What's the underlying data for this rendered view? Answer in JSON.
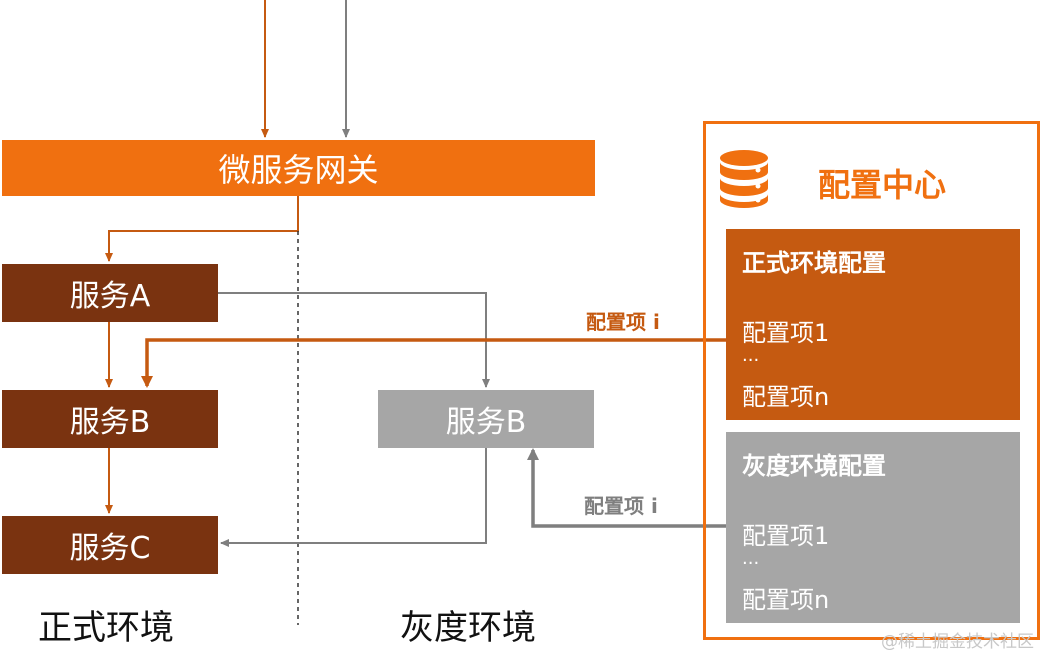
{
  "gateway": {
    "label": "微服务网关"
  },
  "prod_services": {
    "a": "服务A",
    "b": "服务B",
    "c": "服务C"
  },
  "gray_services": {
    "b": "服务B"
  },
  "env_labels": {
    "prod": "正式环境",
    "gray": "灰度环境"
  },
  "config_center": {
    "title": "配置中心",
    "icon": "database-icon",
    "prod": {
      "title": "正式环境配置",
      "items": [
        "配置项1",
        "...",
        "配置项n"
      ]
    },
    "gray": {
      "title": "灰度环境配置",
      "items": [
        "配置项1",
        "...",
        "配置项n"
      ]
    }
  },
  "connections": {
    "prod_label": "配置项 i",
    "gray_label": "配置项 i"
  },
  "colors": {
    "orange": "#f07010",
    "brown": "#7a3310",
    "config_orange": "#c55a11",
    "gray": "#a6a6a6",
    "line_gray": "#7f7f7f"
  },
  "watermark": "@稀土掘金技术社区"
}
